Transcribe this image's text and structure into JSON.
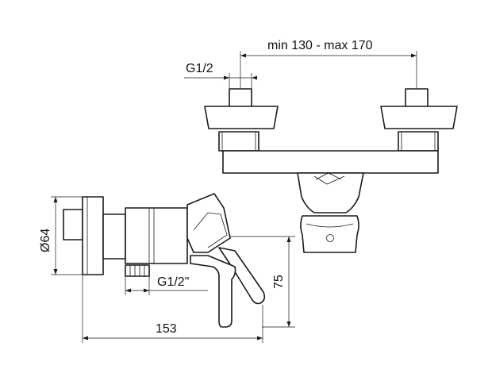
{
  "dimensions": {
    "spacing": "min 130 - max 170",
    "inlet_thread": "G1/2",
    "diameter": "Ø64",
    "outlet_thread": "G1/2\"",
    "height": "75",
    "depth": "153"
  }
}
